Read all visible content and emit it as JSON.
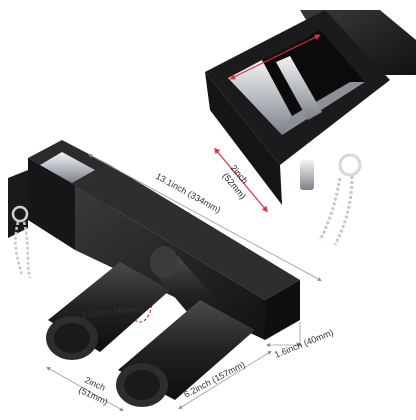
{
  "dimensions": {
    "inset_width": "2inch(52mm)",
    "inset_height_line1": "2inch",
    "inset_height_line2": "(52mm)",
    "overall_length": "13.1inch (334mm)",
    "handle_diameter": "1.6inch (40mm)",
    "tube_width": "1.6inch (40mm)",
    "handle_length": "6.2inch (157mm)",
    "handle_gap_line1": "2inch",
    "handle_gap_line2": "(51mm)"
  },
  "colors": {
    "metal": "#1c1c1e",
    "metal_highlight": "#3a3a3d",
    "steel": "#c9ccd0",
    "foam": "#2a2a2a",
    "dimension_line": "#999999",
    "accent_red": "#e0303a"
  }
}
